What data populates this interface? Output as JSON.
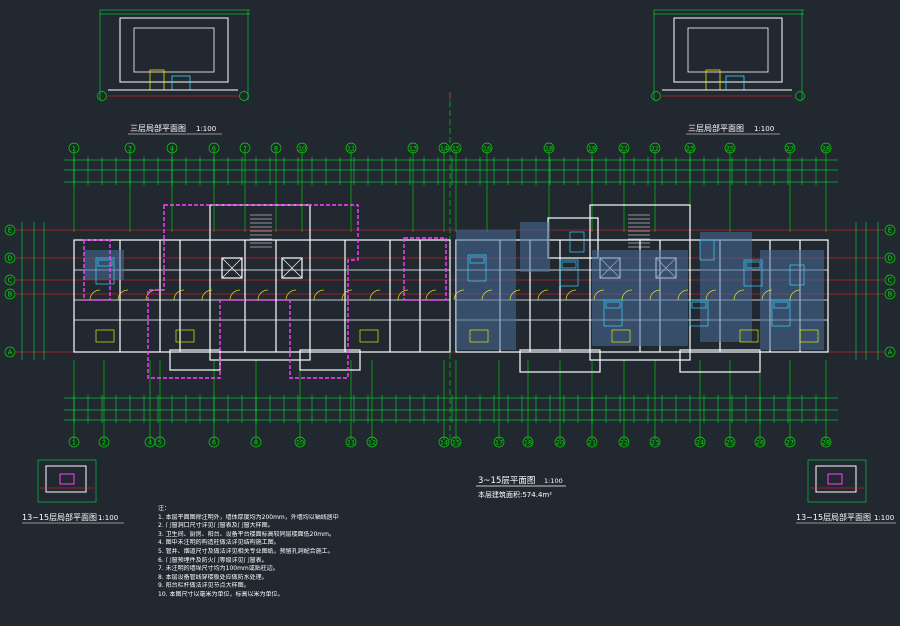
{
  "drawing": {
    "main_title": "3~15层平面图",
    "main_scale": "1:100",
    "area_note": "本层建筑面积:574.4m²",
    "detail_top_left": {
      "title": "三层局部平面图",
      "scale": "1:100"
    },
    "detail_top_right": {
      "title": "三层局部平面图",
      "scale": "1:100"
    },
    "detail_bottom_left": {
      "title": "13~15层局部平面图",
      "scale": "1:100"
    },
    "detail_bottom_right": {
      "title": "13~15层局部平面图",
      "scale": "1:100"
    },
    "grid_axes_top": [
      "1",
      "3",
      "4",
      "6",
      "7",
      "8",
      "10",
      "11",
      "13",
      "14",
      "15",
      "16",
      "18",
      "19",
      "21",
      "22",
      "23",
      "25",
      "27",
      "28"
    ],
    "grid_axes_bottom": [
      "1",
      "2",
      "4",
      "5",
      "6",
      "8",
      "10",
      "11",
      "12",
      "14",
      "15",
      "17",
      "18",
      "20",
      "21",
      "22",
      "23",
      "24",
      "25",
      "26",
      "27",
      "28"
    ],
    "row_axes": [
      "E",
      "D",
      "C",
      "B",
      "A"
    ],
    "notes_heading": "注：",
    "notes": [
      "1. 本层平面图除注明外，墙体厚度均为200mm，外墙均以轴线居中",
      "2. 门窗洞口尺寸详见门窗表及门窗大样图。",
      "3. 卫生间、厨房、阳台、设备平台楼面标高较同层楼面低20mm。",
      "4. 图中未注明的构造柱做法详见结构施工图。",
      "5. 管井、烟道尺寸及做法详见相关专业图纸，预留孔洞配合施工。",
      "6. 门窗预埋件及防火门等级详见门窗表。",
      "7. 未注明的墙垛尺寸均为100mm或贴柱边。",
      "8. 本层设备管线穿楼板处应做防水处理。",
      "9. 阳台栏杆做法详见节点大样图。",
      "10. 本图尺寸以毫米为单位，标高以米为单位。"
    ]
  },
  "colors": {
    "background": "#212830",
    "wall": "#ffffff",
    "grid": "#00e000",
    "dim": "#00ff40",
    "interior": "#e8e800",
    "door": "#ffff00",
    "axis_line": "#ff2020",
    "room_highlight": "#ff40ff",
    "furniture": "#3cd0ff",
    "tile": "#6f93c8",
    "text": "#ffffff"
  }
}
